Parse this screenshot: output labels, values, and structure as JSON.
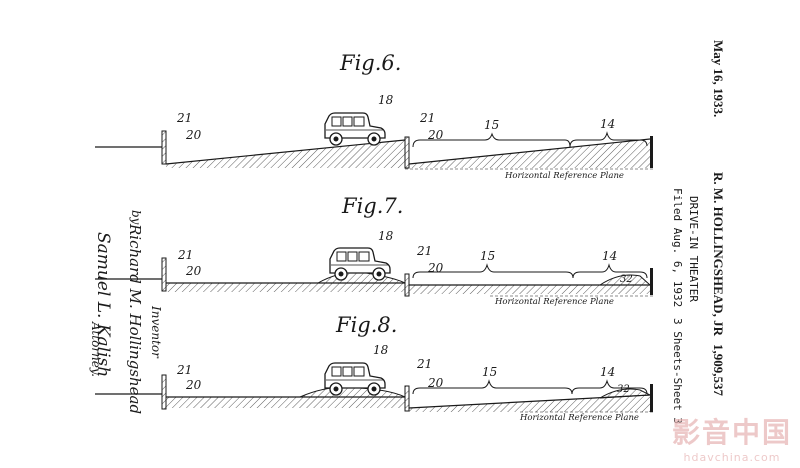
{
  "header": {
    "date": "May 16, 1933.",
    "inventor": "R. M. HOLLINGSHEAD, JR",
    "title": "DRIVE-IN THEATER",
    "filed": "Filed Aug. 6, 1932",
    "patent_number": "1,909,537",
    "sheets": "3 Sheets-Sheet 3"
  },
  "figures": [
    {
      "title": "Fig.6.",
      "plane_label": "Horizontal Reference Plane",
      "refs": {
        "car": "18",
        "barrier_a": "21",
        "slope_a": "20",
        "barrier_b": "21",
        "slope_b": "20",
        "span_a": "15",
        "span_b": "14"
      }
    },
    {
      "title": "Fig.7.",
      "plane_label": "Horizontal Reference Plane",
      "refs": {
        "car": "18",
        "barrier_a": "21",
        "slope_a": "20",
        "barrier_b": "21",
        "slope_b": "20",
        "span_a": "15",
        "span_b": "14",
        "ramp": "32"
      }
    },
    {
      "title": "Fig.8.",
      "plane_label": "Horizontal Reference Plane",
      "refs": {
        "car": "18",
        "barrier_a": "21",
        "slope_a": "20",
        "barrier_b": "21",
        "slope_b": "20",
        "span_a": "15",
        "span_b": "14",
        "ramp": "32"
      }
    }
  ],
  "signature": {
    "inventor_label": "Inventor",
    "by": "by",
    "name": "Richard M. Hollingshead",
    "attorney_name": "Samuel L. Kalish",
    "attorney_label": "Attorney."
  },
  "watermark": {
    "title": "影音中国",
    "url": "hdavchina.com"
  }
}
